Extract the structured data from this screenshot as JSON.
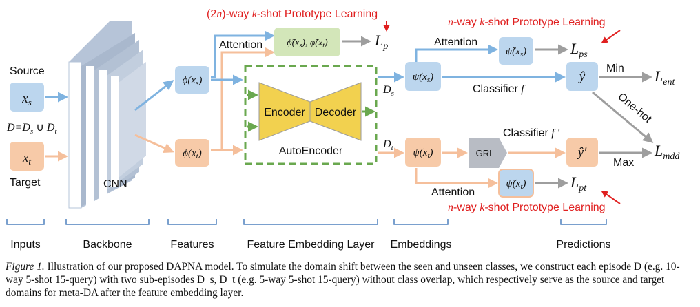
{
  "colors": {
    "source_fill": "#bcd6ee",
    "target_fill": "#f7caa8",
    "source_arrow": "#7fb3e0",
    "target_arrow": "#f5bf9b",
    "grey_arrow": "#9e9e9e",
    "ae_border": "#6aa84f",
    "ae_fill": "#f2d14f",
    "red": "#e02020",
    "bracket": "#4f81bd",
    "cnn_face": "#b6c4d8"
  },
  "labels": {
    "source": "Source",
    "target": "Target",
    "x_s": "x_s",
    "x_t": "x_t",
    "d_eq": "D=D_s ∪ D_t",
    "cnn": "CNN",
    "phi_s": "ϕ(x_s)",
    "phi_t": "ϕ(x_t)",
    "attention_top": "Attention",
    "phi_tilde": "ϕ̃(x_s), ϕ̃(x_t)",
    "lp": "L_p",
    "proto_2n": "(2n)-way k-shot Prototype Learning",
    "encoder": "Encoder",
    "decoder": "Decoder",
    "autoencoder": "AutoEncoder",
    "ds": "D_s",
    "dt": "D_t",
    "psi_s": "ψ(x_s)",
    "psi_t": "ψ(x_t)",
    "attention_s": "Attention",
    "psi_tilde_s": "ψ̃(x_s)",
    "lps": "L_ps",
    "proto_n_top": "n-way k-shot Prototype Learning",
    "classifier_f": "Classifier f",
    "y_hat": "ŷ",
    "min": "Min",
    "lent": "L_ent",
    "one_hot": "One-hot",
    "grl": "GRL",
    "classifier_f2": "Classifier f′",
    "y_hat2": "ŷ′",
    "max": "Max",
    "lmdd": "L_mdd",
    "attention_t": "Attention",
    "psi_tilde_t": "ψ̃(x_t)",
    "lpt": "L_pt",
    "proto_n_bottom": "n-way k-shot Prototype Learning"
  },
  "stages": [
    "Inputs",
    "Backbone",
    "Features",
    "Feature Embedding Layer",
    "Embeddings",
    "Predictions"
  ],
  "caption": {
    "figure_label": "Figure 1.",
    "text": "Illustration of our proposed DAPNA model. To simulate the domain shift between the seen and unseen classes, we construct each episode D (e.g. 10-way 5-shot 15-query) with two sub-episodes D_s, D_t (e.g. 5-way 5-shot 15-query) without class overlap, which respectively serve as the source and target domains for meta-DA after the feature embedding layer."
  }
}
